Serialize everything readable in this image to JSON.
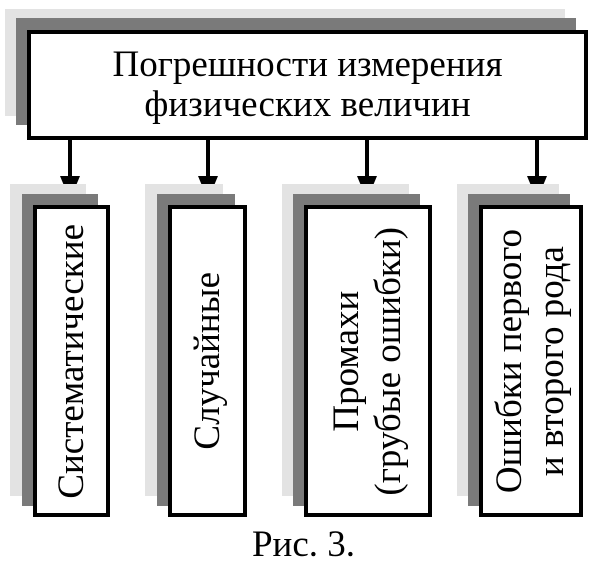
{
  "title_box": {
    "line1": "Погрешности измерения",
    "line2": "физических величин"
  },
  "categories": [
    {
      "label": "Систематические"
    },
    {
      "label_line1": "Случайные"
    },
    {
      "label_line1": "Промахи",
      "label_line2": "(грубые ошибки)"
    },
    {
      "label_line1": "Ошибки первого",
      "label_line2": "и второго рода"
    }
  ],
  "caption": "Рис. 3."
}
